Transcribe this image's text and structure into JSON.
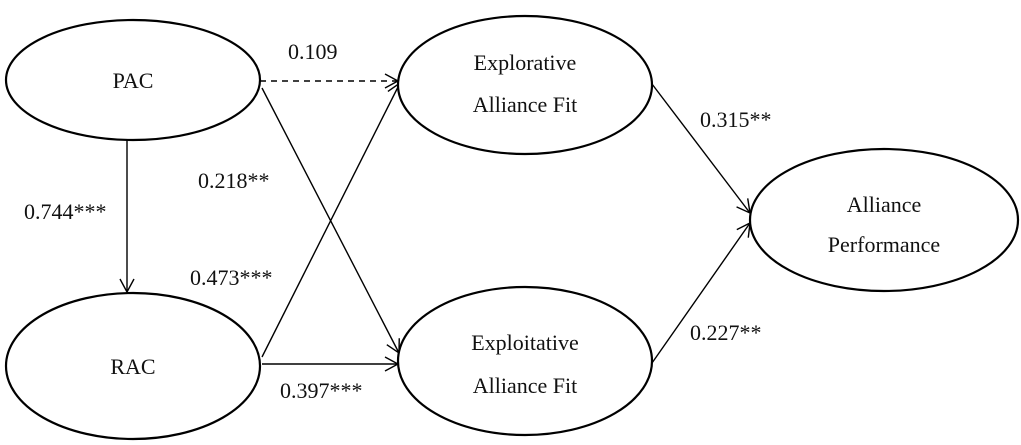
{
  "diagram": {
    "type": "path-model",
    "nodes": {
      "pac": {
        "lines": [
          "PAC"
        ]
      },
      "rac": {
        "lines": [
          "RAC"
        ]
      },
      "explorative": {
        "lines": [
          "Explorative",
          "Alliance Fit"
        ]
      },
      "exploitative": {
        "lines": [
          "Exploitative",
          "Alliance Fit"
        ]
      },
      "performance": {
        "lines": [
          "Alliance",
          "Performance"
        ]
      }
    },
    "edges": {
      "pac_rac": {
        "from": "PAC",
        "to": "RAC",
        "coefficient": "0.744***",
        "style": "solid"
      },
      "pac_explorative": {
        "from": "PAC",
        "to": "Explorative Alliance Fit",
        "coefficient": "0.109",
        "style": "dashed"
      },
      "pac_exploitative": {
        "from": "PAC",
        "to": "Exploitative Alliance Fit",
        "coefficient": "0.218**",
        "style": "solid"
      },
      "rac_explorative": {
        "from": "RAC",
        "to": "Explorative Alliance Fit",
        "coefficient": "0.473***",
        "style": "solid"
      },
      "rac_exploitative": {
        "from": "RAC",
        "to": "Exploitative Alliance Fit",
        "coefficient": "0.397***",
        "style": "solid"
      },
      "explorative_performance": {
        "from": "Explorative Alliance Fit",
        "to": "Alliance Performance",
        "coefficient": "0.315**",
        "style": "solid"
      },
      "exploitative_performance": {
        "from": "Exploitative Alliance Fit",
        "to": "Alliance Performance",
        "coefficient": "0.227**",
        "style": "solid"
      }
    },
    "colors": {
      "stroke": "#000000",
      "text": "#111111",
      "background": "#ffffff"
    }
  }
}
